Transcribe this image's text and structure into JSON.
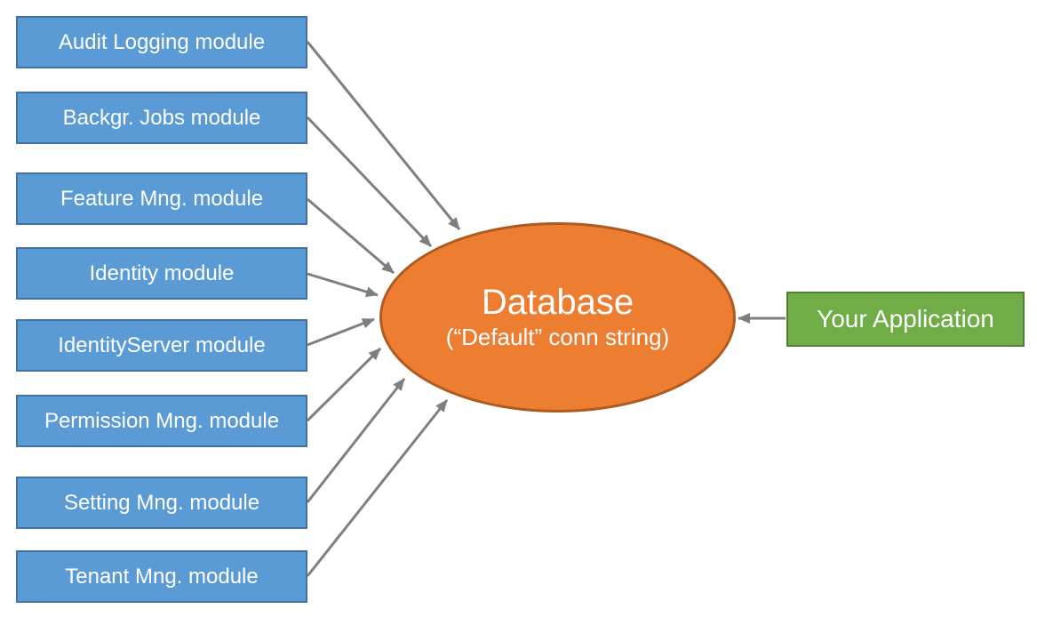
{
  "diagram": {
    "modules": [
      {
        "label": "Audit Logging module"
      },
      {
        "label": "Backgr. Jobs module"
      },
      {
        "label": "Feature Mng. module"
      },
      {
        "label": "Identity module"
      },
      {
        "label": "IdentityServer module"
      },
      {
        "label": "Permission Mng. module"
      },
      {
        "label": "Setting Mng. module"
      },
      {
        "label": "Tenant Mng. module"
      }
    ],
    "database": {
      "title": "Database",
      "subtitle": "(“Default” conn string)"
    },
    "application": {
      "label": "Your Application"
    },
    "edges": [
      {
        "from": "Audit Logging module",
        "to": "Database"
      },
      {
        "from": "Backgr. Jobs module",
        "to": "Database"
      },
      {
        "from": "Feature Mng. module",
        "to": "Database"
      },
      {
        "from": "Identity module",
        "to": "Database"
      },
      {
        "from": "IdentityServer module",
        "to": "Database"
      },
      {
        "from": "Permission Mng. module",
        "to": "Database"
      },
      {
        "from": "Setting Mng. module",
        "to": "Database"
      },
      {
        "from": "Tenant Mng. module",
        "to": "Database"
      },
      {
        "from": "Your Application",
        "to": "Database"
      }
    ]
  },
  "colors": {
    "module_fill": "#5B9BD5",
    "module_border": "#41719C",
    "database_fill": "#ED7D31",
    "database_border": "#AE5A21",
    "app_fill": "#70AD47",
    "app_border": "#507E32",
    "arrow": "#7F7F7F",
    "text": "#FFFFFF"
  }
}
